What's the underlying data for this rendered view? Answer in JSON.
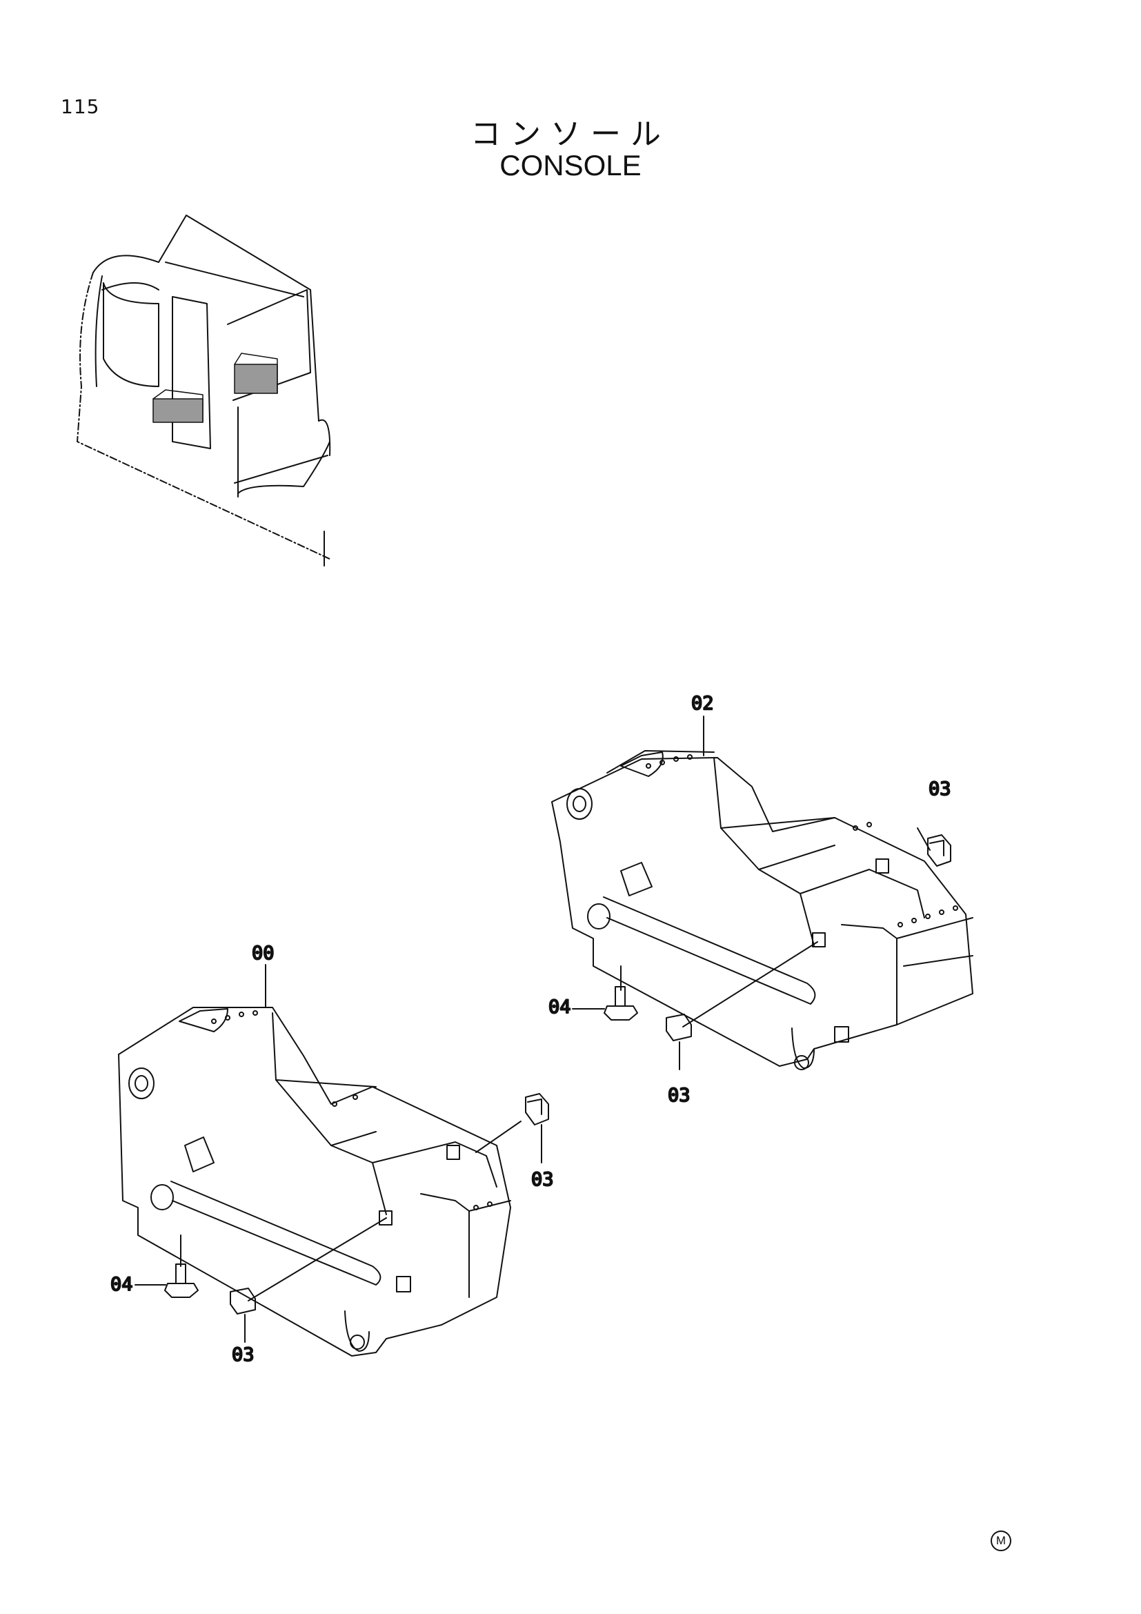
{
  "page": {
    "number": "115"
  },
  "title": {
    "japanese": "コンソール",
    "english": "CONSOLE"
  },
  "callouts": [
    {
      "id": "callout-02",
      "label": "02"
    },
    {
      "id": "callout-03-upper-right",
      "label": "03"
    },
    {
      "id": "callout-04-upper",
      "label": "04"
    },
    {
      "id": "callout-03-upper-bottom",
      "label": "03"
    },
    {
      "id": "callout-00",
      "label": "00"
    },
    {
      "id": "callout-03-lower-right",
      "label": "03"
    },
    {
      "id": "callout-04-lower",
      "label": "04"
    },
    {
      "id": "callout-03-lower-bottom",
      "label": "03"
    }
  ],
  "footer": {
    "mark": "M"
  }
}
